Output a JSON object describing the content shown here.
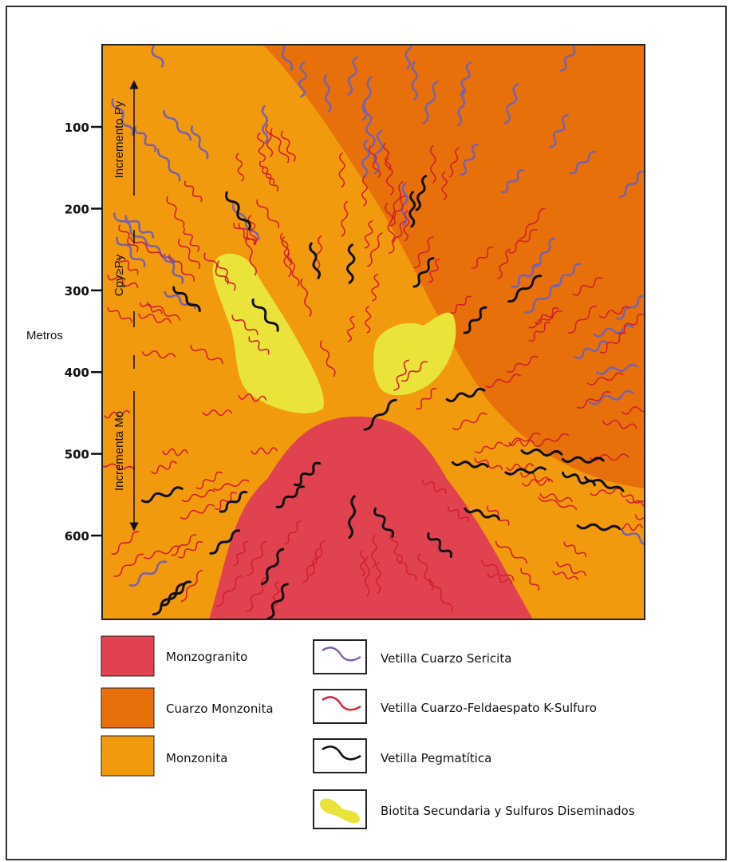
{
  "axis": {
    "title": "Metros",
    "ticks": [
      "100",
      "200",
      "300",
      "400",
      "500",
      "600"
    ]
  },
  "zones": {
    "upper": "Incremento Py",
    "middle": "Cpy≥Py",
    "lower": "Incrementa Mo"
  },
  "legend": [
    {
      "label": "Monzogranito",
      "color": "#E0424F",
      "kind": "rock"
    },
    {
      "label": "Cuarzo Monzonita",
      "color": "#E8700A",
      "kind": "rock"
    },
    {
      "label": "Monzonita",
      "color": "#F29A0E",
      "kind": "rock"
    },
    {
      "label": "Vetilla Cuarzo Sericita",
      "color": "#7B62A8",
      "kind": "vein"
    },
    {
      "label": "Vetilla Cuarzo-Feldaespato K-Sulfuro",
      "color": "#D2202E",
      "kind": "vein"
    },
    {
      "label": "Vetilla Pegmatítica",
      "color": "#111111",
      "kind": "vein"
    },
    {
      "label": "Biotita Secundaria y Sulfuros Diseminados",
      "color": "#EAE43A",
      "kind": "patch"
    }
  ],
  "colors": {
    "monzonita": "#F29A0E",
    "cuarzo_monzonita": "#E8700A",
    "monzogranito": "#E0424F",
    "biotita": "#EAE43A",
    "vetilla_sericita": "#7B62A8",
    "vetilla_feldespato": "#D2202E",
    "vetilla_pegmatitica": "#111111"
  }
}
